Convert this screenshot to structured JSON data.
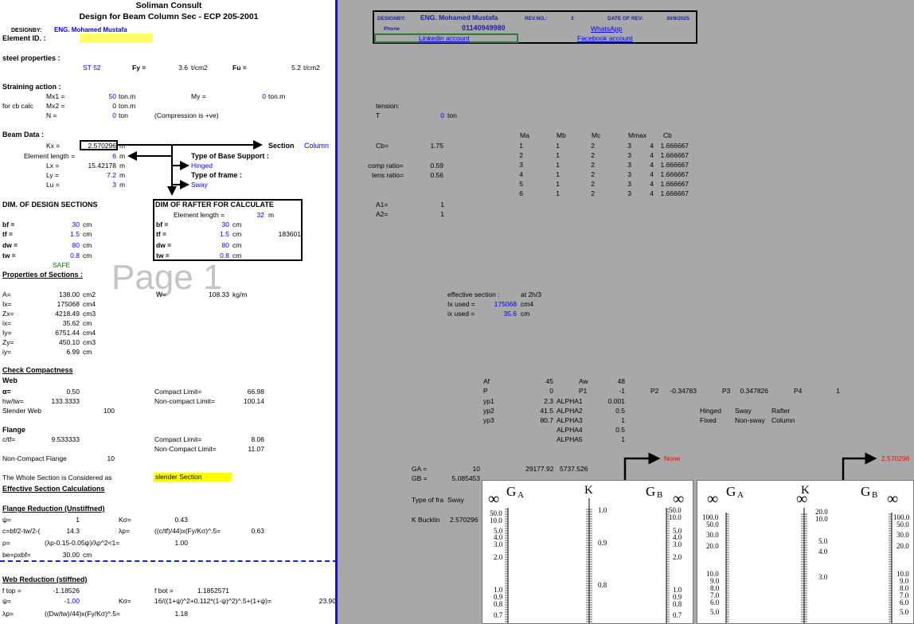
{
  "title": {
    "company": "Soliman Consult",
    "design": "Design for Beam Column Sec - ECP 205-2001"
  },
  "designer": {
    "label": "DESIGNBY:",
    "name": "ENG. Mohamed Mustafa"
  },
  "element_id_label": "Element ID. :",
  "steel": {
    "heading": "steel properties :",
    "grade": "ST 52",
    "fy_label": "Fy =",
    "fy": "3.6",
    "fy_unit": "t/cm2",
    "fu_label": "Fu =",
    "fu": "5.2",
    "fu_unit": "t/cm2"
  },
  "straining": {
    "heading": "Straining action :",
    "mx1_label": "Mx1 =",
    "mx1": "50",
    "mx1_unit": "ton.m",
    "my_label": "My =",
    "my": "0",
    "my_unit": "ton.m",
    "for_cb": "for cb calc",
    "mx2_label": "Mx2 =",
    "mx2": "0",
    "mx2_unit": "ton.m",
    "n_label": "N =",
    "n": "0",
    "n_unit": "ton",
    "n_note": "(Compression is +ve)"
  },
  "beam": {
    "heading": "Beam Data :",
    "kx_label": "Kx =",
    "kx": "2.570296",
    "kx_unit": "m",
    "el_label": "Element length =",
    "el": "6",
    "el_unit": "m",
    "lx_label": "Lx =",
    "lx": "15.42178",
    "lx_unit": "m",
    "ly_label": "Ly =",
    "ly": "7.2",
    "ly_unit": "m",
    "lu_label": "Lu =",
    "lu": "3",
    "lu_unit": "m",
    "section_label": "Section",
    "section_val": "Column",
    "base_label": "Type of Base Support :",
    "base_val": "Hinged",
    "frame_label": "Type of frame :",
    "frame_val": "Sway"
  },
  "dim": {
    "heading": "DIM. OF DESIGN SECTIONS",
    "bf_label": "bf =",
    "bf": "30",
    "tf_label": "tf =",
    "tf": "1.5",
    "dw_label": "dw =",
    "dw": "80",
    "tw_label": "tw =",
    "tw": "0.8",
    "unit": "cm",
    "safe": "SAFE"
  },
  "rafter": {
    "heading": "DIM OF RAFTER FOR CALCULATE",
    "el_label": "Element length =",
    "el": "32",
    "el_unit": "m",
    "bf_label": "bf =",
    "bf": "30",
    "tf_label": "tf =",
    "tf": "1.5",
    "dw_label": "dw =",
    "dw": "80",
    "tw_label": "tw =",
    "tw": "0.8",
    "unit": "cm",
    "extra": "183601"
  },
  "props": {
    "heading": "Properties of Sections :",
    "watermark": "Page 1",
    "a_label": "A=",
    "a": "138.00",
    "a_unit": "cm2",
    "w_label": "W=",
    "w": "108.33",
    "w_unit": "kg/m",
    "ix_label": "Ix=",
    "ix": "175068",
    "ix_unit": "cm4",
    "zx_label": "Zx=",
    "zx": "4218.49",
    "zx_unit": "cm3",
    "ixr_label": "ix=",
    "ixr": "35.62",
    "ixr_unit": "cm",
    "iy_label": "Iy=",
    "iy": "6751.44",
    "iy_unit": "cm4",
    "zy_label": "Zy=",
    "zy": "450.10",
    "zy_unit": "cm3",
    "iyr_label": "iy=",
    "iyr": "6.99",
    "iyr_unit": "cm"
  },
  "compact": {
    "heading": "Check  Compactness",
    "web": "Web",
    "alpha_label": "α=",
    "alpha": "0.50",
    "hwtw_label": "hw/tw=",
    "hwtw": "133.3333",
    "slender_label": "Slender Web",
    "slender_val": "100",
    "cl_label": "Compact Limit=",
    "cl": "66.98",
    "ncl_label": "Non-compact Limit=",
    "ncl": "100.14",
    "flange": "Flange",
    "ctf_label": "c/tf=",
    "ctf": "9.533333",
    "fcl_label": "Compact Limit=",
    "fcl": "8.06",
    "fncl_label": "Non-Compact Limit=",
    "fncl": "11.07",
    "ncf_label": "Non-Compact Flange",
    "ncf_val": "10",
    "whole_label": "The Whole Section is Considered as",
    "whole_val": "slender Section"
  },
  "eff": {
    "heading": "Effective Section Calculations",
    "fr_heading": "Flange Reduction (Unstiffned)",
    "psi_label": "ψ=",
    "psi": "1",
    "ksig_label": "Kσ=",
    "ksig": "0.43",
    "c_label": "c=bf/2-tw/2-(",
    "c": "14.3",
    "lp_label": "λp=",
    "lp_formula": "((c/tf)/44)x(Fy/Kσ)^.5=",
    "lp": "0.63",
    "rho_label": "ρ=",
    "rho_formula": "(λp-0.15-0.05ψ)/λp^2<1=",
    "rho": "1.00",
    "be_label": "be=ρxbf=",
    "be": "30.00",
    "be_unit": "cm",
    "wr_heading": "Web Reduction (stiffned)",
    "ftop_label": "f top =",
    "ftop": "-1.18526",
    "fbot_label": "f bot =",
    "fbot": "1.1852571",
    "psi2_label": "ψ=",
    "psi2": "-1.00",
    "ksig2_label": "Kσ=",
    "ksig2_formula": "16/((1+ψ)^2+0.112*(1-ψ)^2)^.5+(1+ψ)=",
    "ksig2": "23.90",
    "lp2_label": "λp=",
    "lp2_formula": "((Dw/tw)/44)x(Fy/Kσ)^.5=",
    "lp2": "1.18"
  },
  "hdr": {
    "designby_label": "DESIGNBY:",
    "designby": "ENG. Mohamed Mustafa",
    "rev_label": "REV.NO.:",
    "rev": "3",
    "date_label": "DATE OF REV:",
    "date": "30/9/2025",
    "phone_label": "Phone",
    "phone": "01140949980",
    "whatsapp": "WhatsApp",
    "linkedin": "Linkedin account",
    "facebook": "Facebook account"
  },
  "calc": {
    "tension_label": "tension:",
    "t_label": "T",
    "t_val": "0",
    "t_unit": "ton",
    "cb_label": "Cb=",
    "cb": "1.75",
    "comp_label": "comp ratio=",
    "comp": "0.59",
    "tens_label": "tens ratio=",
    "tens": "0.56",
    "a1_label": "A1=",
    "a1": "1",
    "a2_label": "A2=",
    "a2": "1"
  },
  "cb_table": {
    "headers": [
      "Ma",
      "Mb",
      "Mc",
      "Mmax",
      "Cb"
    ],
    "rows": [
      [
        "1",
        "1",
        "2",
        "3",
        "4",
        "1.666667"
      ],
      [
        "2",
        "1",
        "2",
        "3",
        "4",
        "1.666667"
      ],
      [
        "3",
        "1",
        "2",
        "3",
        "4",
        "1.666667"
      ],
      [
        "4",
        "1",
        "2",
        "3",
        "4",
        "1.666667"
      ],
      [
        "5",
        "1",
        "2",
        "3",
        "4",
        "1.666667"
      ],
      [
        "6",
        "1",
        "2",
        "3",
        "4",
        "1.666667"
      ]
    ]
  },
  "effsec": {
    "label": "effective section :",
    "val": "at 2h/3",
    "ix_label": "Ix used =",
    "ix": "175068",
    "ix_unit": "cm4",
    "ixr_label": "ix used =",
    "ixr": "35.6",
    "ixr_unit": "cm"
  },
  "params": {
    "af_label": "Af",
    "af": "45",
    "aw_label": "Aw",
    "aw": "48",
    "p_label": "P",
    "p": "0",
    "p1_label": "P1",
    "p1": "-1",
    "p2_label": "P2",
    "p2": "-0.34783",
    "p3_label": "P3",
    "p3": "0.347826",
    "p4_label": "P4",
    "p4": "1",
    "yp1_label": "yp1",
    "yp1": "2.3",
    "a1_label": "ALPHA1",
    "a1": "0.001",
    "yp2_label": "yp2",
    "yp2": "41.5",
    "a2_label": "ALPHA2",
    "a2": "0.5",
    "yp3_label": "yp3",
    "yp3": "80.7",
    "a3_label": "ALPHA3",
    "a3": "1",
    "a4_label": "ALPHA4",
    "a4": "0.5",
    "a5_label": "ALPHA5",
    "a5": "1"
  },
  "frame_table": {
    "hinged": "Hinged",
    "fixed": "Fixed",
    "sway": "Sway",
    "nonsway": "Non-sway",
    "rafter": "Rafter",
    "column": "Column"
  },
  "g": {
    "ga_label": "GA =",
    "ga": "10",
    "gb_label": "GB =",
    "gb": "5.085453",
    "v1": "29177.92",
    "v2": "5737.526",
    "type_label": "Type of fra",
    "type_val": "Sway",
    "kb_label": "K Bucklin",
    "kb": "2.570296",
    "none": "None",
    "k_out": "2.570296"
  },
  "nomo": {
    "ga": "G",
    "ga_sub": "A",
    "k": "K",
    "gb": "G",
    "gb_sub": "B",
    "inf": "∞",
    "left_ga_ticks": [
      "50.0",
      "10.0",
      "5.0",
      "4.0",
      "3.0",
      "2.0",
      "1.0",
      "0.9",
      "0.8",
      "0.7"
    ],
    "left_k_ticks": [
      "1.0",
      "0.9",
      "0.8"
    ],
    "right_ga_ticks": [
      "100.0",
      "50.0",
      "30.0",
      "20.0",
      "10.0",
      "9.0",
      "8.0",
      "7.0",
      "6.0",
      "5.0"
    ],
    "right_k_ticks": [
      "20.0",
      "10.0",
      "5.0",
      "4.0",
      "3.0"
    ]
  }
}
